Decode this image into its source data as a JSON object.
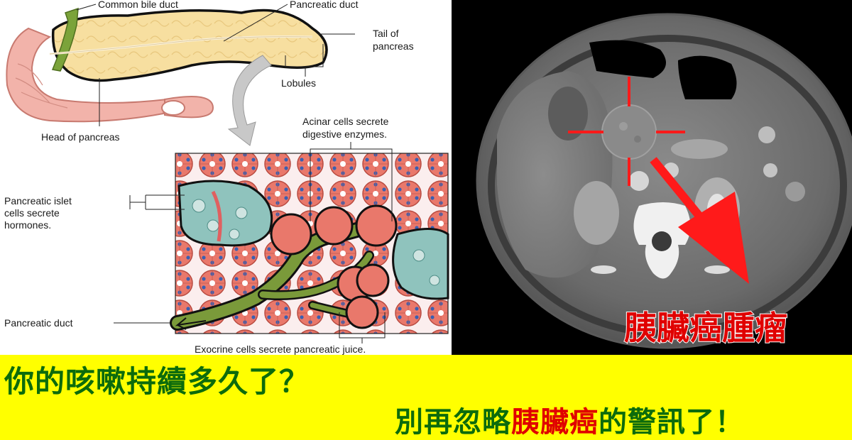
{
  "diagram": {
    "labels": {
      "common_bile_duct": "Common bile duct",
      "pancreatic_duct_top": "Pancreatic duct",
      "tail_line1": "Tail of",
      "tail_line2": "pancreas",
      "lobules": "Lobules",
      "head": "Head of pancreas",
      "acinar_line1": "Acinar cells secrete",
      "acinar_line2": "digestive enzymes.",
      "islet_line1": "Pancreatic islet",
      "islet_line2": "cells secrete",
      "islet_line3": "hormones.",
      "pancreatic_duct_bottom": "Pancreatic duct",
      "exocrine": "Exocrine cells secrete pancreatic juice."
    },
    "colors": {
      "pancreas": "#f7dfa0",
      "duodenum": "#f2b3aa",
      "bile_duct": "#7ba33a",
      "acinar": "#e9786b",
      "acinar_nucleus": "#3a5fb0",
      "islet": "#8fc3bd",
      "duct": "#7a9a3a"
    }
  },
  "ct_scan": {
    "label": "胰臟癌腫瘤"
  },
  "banner": {
    "line1": "你的咳嗽持續多久了？",
    "line2_prefix": "別再忽略",
    "line2_highlight": "胰臟癌",
    "line2_suffix": "的警訊了！",
    "background": "#ffff00",
    "text_color": "#0c6b0c",
    "highlight_color": "#e00000"
  }
}
